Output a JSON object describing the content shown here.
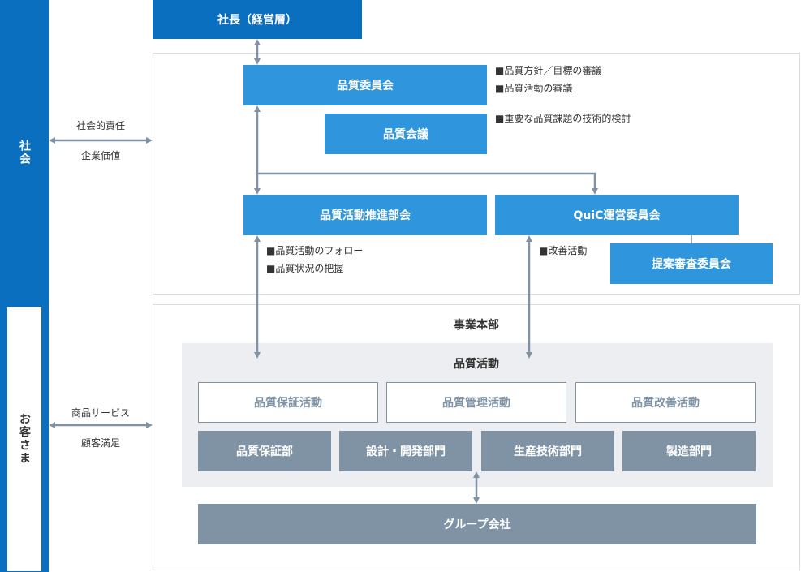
{
  "side": {
    "society": "社会",
    "customers": "お客さま"
  },
  "left_labels": {
    "society_top": "社会的責任",
    "society_bottom": "企業価値",
    "customer_top": "商品サービス",
    "customer_bottom": "顧客満足"
  },
  "top": {
    "president": "社長（経営層）"
  },
  "committee": {
    "quality_committee": "品質委員会",
    "quality_meeting": "品質会議",
    "promotion_subcommittee": "品質活動推進部会",
    "quic_committee": "QuiC運営委員会",
    "proposal_committee": "提案審査委員会"
  },
  "notes": {
    "committee": [
      "■品質方針／目標の審議",
      "■品質活動の審議"
    ],
    "meeting": [
      "■重要な品質課題の技術的検討"
    ],
    "promotion": [
      "■品質活動のフォロー",
      "■品質状況の把握"
    ],
    "quic": [
      "■改善活動"
    ]
  },
  "business": {
    "title": "事業本部",
    "activity_title": "品質活動",
    "activities": [
      "品質保証活動",
      "品質管理活動",
      "品質改善活動"
    ],
    "departments": [
      "品質保証部",
      "設計・開発部門",
      "生産技術部門",
      "製造部門"
    ],
    "group": "グループ会社"
  },
  "colors": {
    "dark_blue": "#0b6fc0",
    "blue": "#2f95dc",
    "gray": "#7f93a4",
    "arrow": "#7f93a4"
  }
}
